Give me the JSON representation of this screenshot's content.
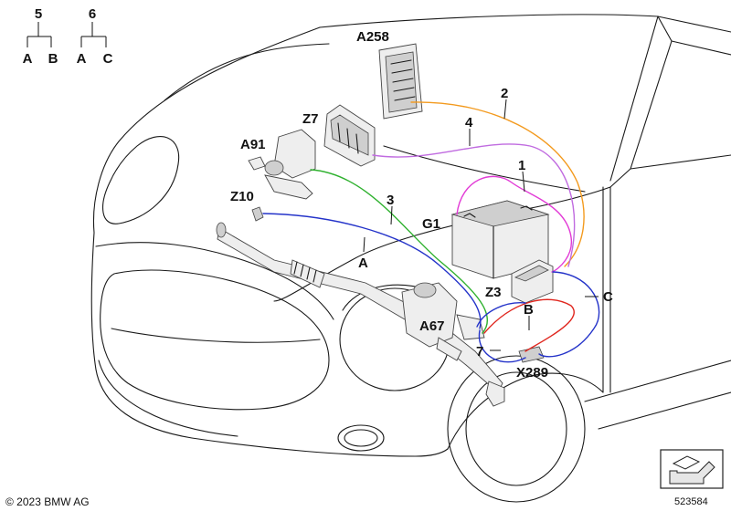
{
  "legend": {
    "groups": [
      {
        "parent": "5",
        "children": [
          "A",
          "B"
        ]
      },
      {
        "parent": "6",
        "children": [
          "A",
          "C"
        ]
      }
    ]
  },
  "labels": {
    "A258": "A258",
    "Z7": "Z7",
    "A91": "A91",
    "Z10": "Z10",
    "G1": "G1",
    "Z3": "Z3",
    "A67": "A67",
    "X289": "X289",
    "n1": "1",
    "n2": "2",
    "n3": "3",
    "n4": "4",
    "n7": "7",
    "A": "A",
    "B": "B",
    "C": "C"
  },
  "wires": {
    "1": {
      "color": "#e23bd6"
    },
    "2": {
      "color": "#f39a1e"
    },
    "3": {
      "color": "#2fb12f"
    },
    "4": {
      "color": "#c06be0"
    },
    "A": {
      "color": "#2433c9"
    },
    "B": {
      "color": "#e0271f"
    },
    "C": {
      "color": "#2433c9"
    }
  },
  "footer": {
    "copyright": "© 2023 BMW AG",
    "diagram_number": "523584"
  }
}
